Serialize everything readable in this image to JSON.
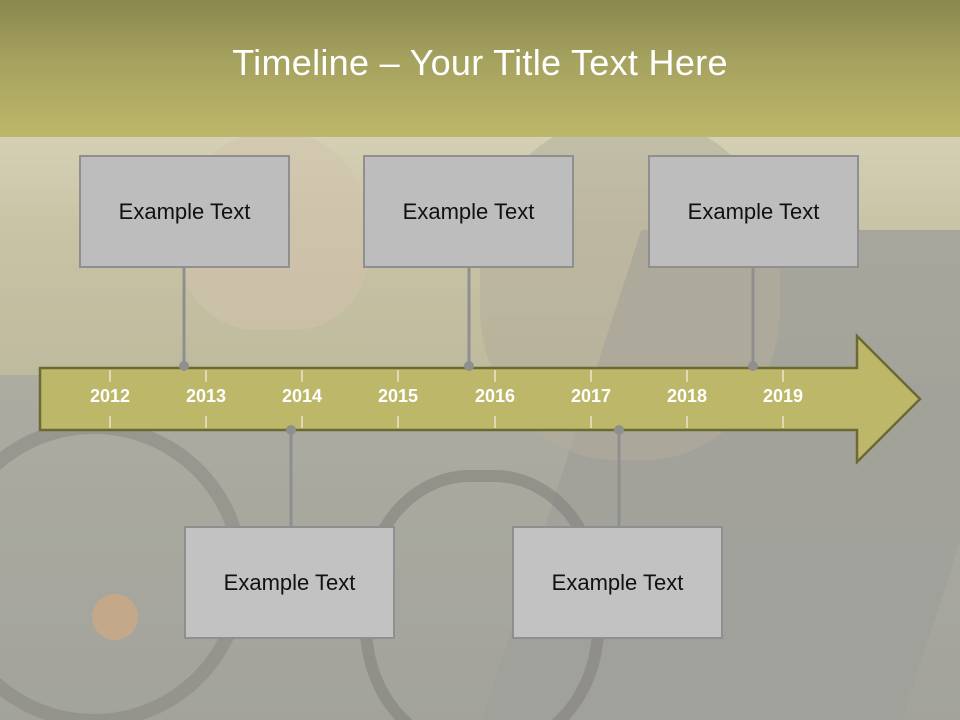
{
  "slide": {
    "title": "Timeline – Your Title Text Here"
  },
  "timeline": {
    "years": [
      "2012",
      "2013",
      "2014",
      "2015",
      "2016",
      "2017",
      "2018",
      "2019"
    ],
    "top_callouts": [
      {
        "text": "Example Text"
      },
      {
        "text": "Example Text"
      },
      {
        "text": "Example Text"
      }
    ],
    "bottom_callouts": [
      {
        "text": "Example Text"
      },
      {
        "text": "Example Text"
      }
    ]
  },
  "colors": {
    "header": "#a6a25f",
    "arrow_fill": "#bdb76a",
    "arrow_stroke": "#6b6a34",
    "callout_fill": "#bdbdbd",
    "connector": "#8f8f8f"
  }
}
